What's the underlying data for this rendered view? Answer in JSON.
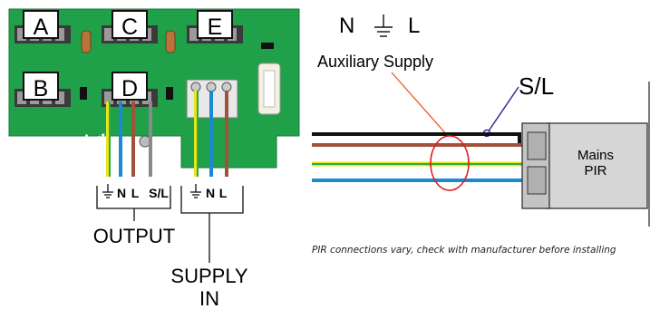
{
  "board": {
    "terminals": [
      {
        "id": "a",
        "label": "A"
      },
      {
        "id": "b",
        "label": "B"
      },
      {
        "id": "c",
        "label": "C"
      },
      {
        "id": "d",
        "label": "D"
      },
      {
        "id": "e",
        "label": "E"
      }
    ],
    "logo_text": "ral",
    "colors": {
      "pcb": "#21a04a",
      "wire_brown": "#a0533a",
      "wire_blue": "#1b8ad0",
      "wire_earth_green": "#2ea84a",
      "wire_earth_yellow": "#e6e618",
      "wire_grey": "#8a8a8a"
    }
  },
  "output_group": {
    "terminal_labels": {
      "n": "N",
      "l": "L",
      "sl": "S/L"
    },
    "caption": "OUTPUT"
  },
  "supply_group": {
    "terminal_labels": {
      "n": "N",
      "l": "L"
    },
    "caption_line1": "SUPPLY",
    "caption_line2": "IN"
  },
  "right_diagram": {
    "legend": {
      "n": "N",
      "l": "L"
    },
    "auxiliary_label": "Auxiliary Supply",
    "sl_label": "S/L",
    "pir_line1": "Mains",
    "pir_line2": "PIR",
    "note": "PIR connections vary, check with manufacturer before installing"
  }
}
